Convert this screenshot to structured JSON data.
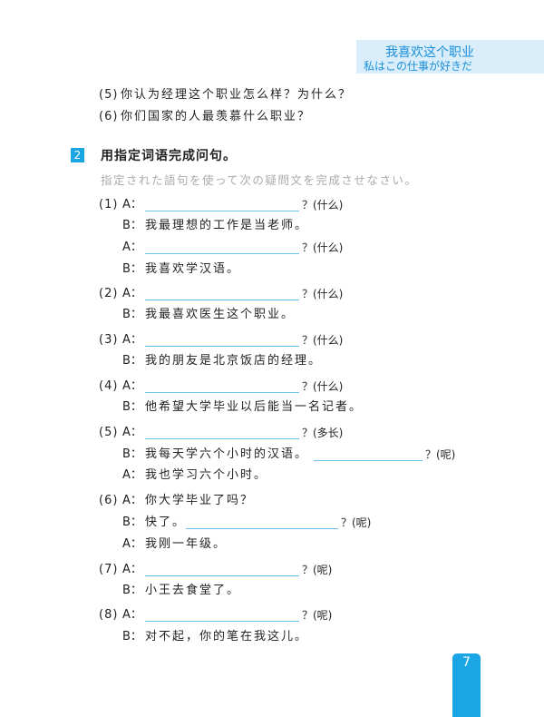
{
  "header": {
    "title_cn": "我喜欢这个职业",
    "title_jp": "私はこの仕事が好きだ"
  },
  "prev_questions": [
    {
      "num": "(5)",
      "text": "你认为经理这个职业怎么样？为什么？"
    },
    {
      "num": "(6)",
      "text": "你们国家的人最羡慕什么职业？"
    }
  ],
  "section": {
    "number": "2",
    "title": "用指定词语完成问句。",
    "subtitle_jp": "指定された語句を使って次の疑問文を完成させなさい。"
  },
  "items": [
    {
      "num": "(1)",
      "lines": [
        {
          "speaker": "A：",
          "blank": true,
          "hint": "？(什么)"
        },
        {
          "speaker": "B：",
          "text": "我最理想的工作是当老师。"
        },
        {
          "speaker": "A：",
          "blank": true,
          "hint": "？(什么)"
        },
        {
          "speaker": "B：",
          "text": "我喜欢学汉语。"
        }
      ]
    },
    {
      "num": "(2)",
      "lines": [
        {
          "speaker": "A：",
          "blank": true,
          "hint": "？(什么)"
        },
        {
          "speaker": "B：",
          "text": "我最喜欢医生这个职业。"
        }
      ]
    },
    {
      "num": "(3)",
      "lines": [
        {
          "speaker": "A：",
          "blank": true,
          "hint": "？(什么)"
        },
        {
          "speaker": "B：",
          "text": "我的朋友是北京饭店的经理。"
        }
      ]
    },
    {
      "num": "(4)",
      "lines": [
        {
          "speaker": "A：",
          "blank": true,
          "hint": "？(什么)"
        },
        {
          "speaker": "B：",
          "text": "他希望大学毕业以后能当一名记者。"
        }
      ]
    },
    {
      "num": "(5)",
      "lines": [
        {
          "speaker": "A：",
          "blank": true,
          "hint": "？(多长)"
        },
        {
          "speaker": "B：",
          "text": "我每天学六个小时的汉语。",
          "hint": "？(呢)"
        },
        {
          "speaker": "A：",
          "text": "我也学习六个小时。"
        }
      ]
    },
    {
      "num": "(6)",
      "lines": [
        {
          "speaker": "A：",
          "text": "你大学毕业了吗？"
        },
        {
          "speaker": "B：",
          "text": "快了。",
          "hint": "？(呢)"
        },
        {
          "speaker": "A：",
          "text": "我刚一年级。"
        }
      ]
    },
    {
      "num": "(7)",
      "lines": [
        {
          "speaker": "A：",
          "blank": true,
          "hint": "？(呢)"
        },
        {
          "speaker": "B：",
          "text": "小王去食堂了。"
        }
      ]
    },
    {
      "num": "(8)",
      "lines": [
        {
          "speaker": "A：",
          "blank": true,
          "hint": "？(呢)"
        },
        {
          "speaker": "B：",
          "text": "对不起，你的笔在我这儿。"
        }
      ]
    }
  ],
  "page_number": "7"
}
